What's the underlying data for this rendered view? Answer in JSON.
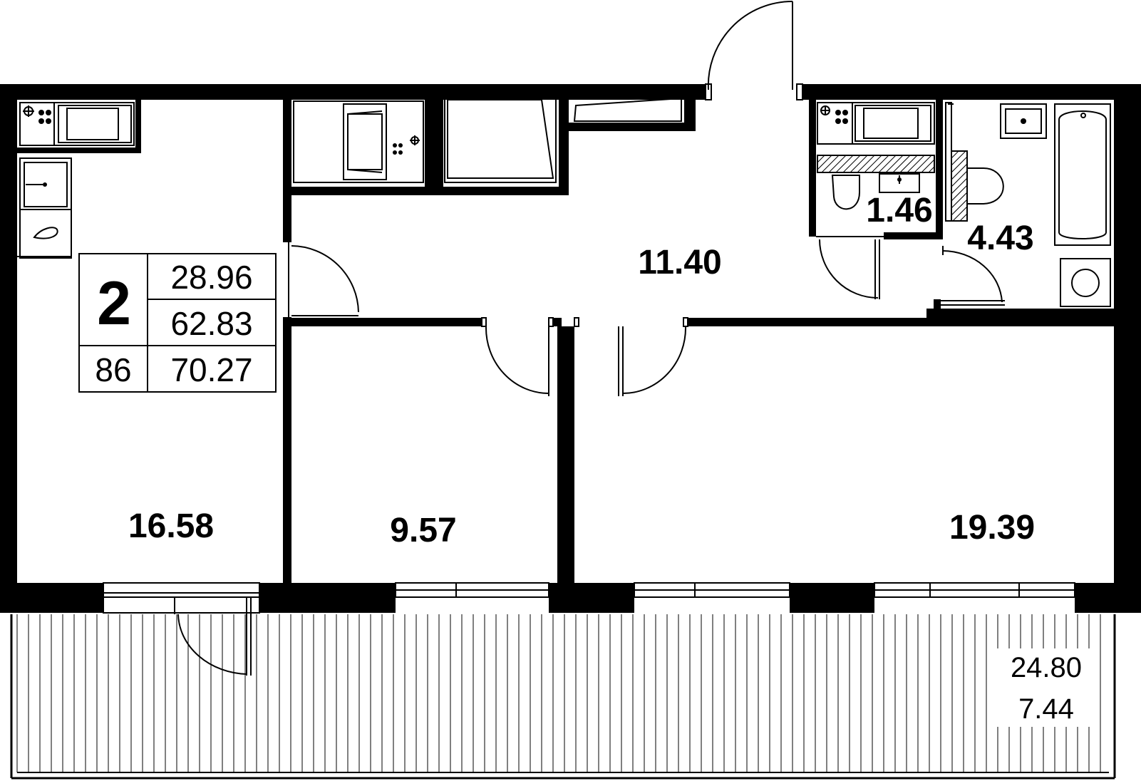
{
  "info_box": {
    "rooms": "2",
    "living_area": "28.96",
    "total_area": "62.83",
    "apartment_number": "86",
    "total_with_balcony": "70.27"
  },
  "rooms": {
    "kitchen": "16.58",
    "hall": "11.40",
    "toilet": "1.46",
    "bathroom": "4.43",
    "bedroom_small": "9.57",
    "bedroom_large": "19.39"
  },
  "balcony": {
    "area": "24.80",
    "reduced_area": "7.44"
  },
  "colors": {
    "wall": "#000000",
    "background": "#ffffff"
  }
}
